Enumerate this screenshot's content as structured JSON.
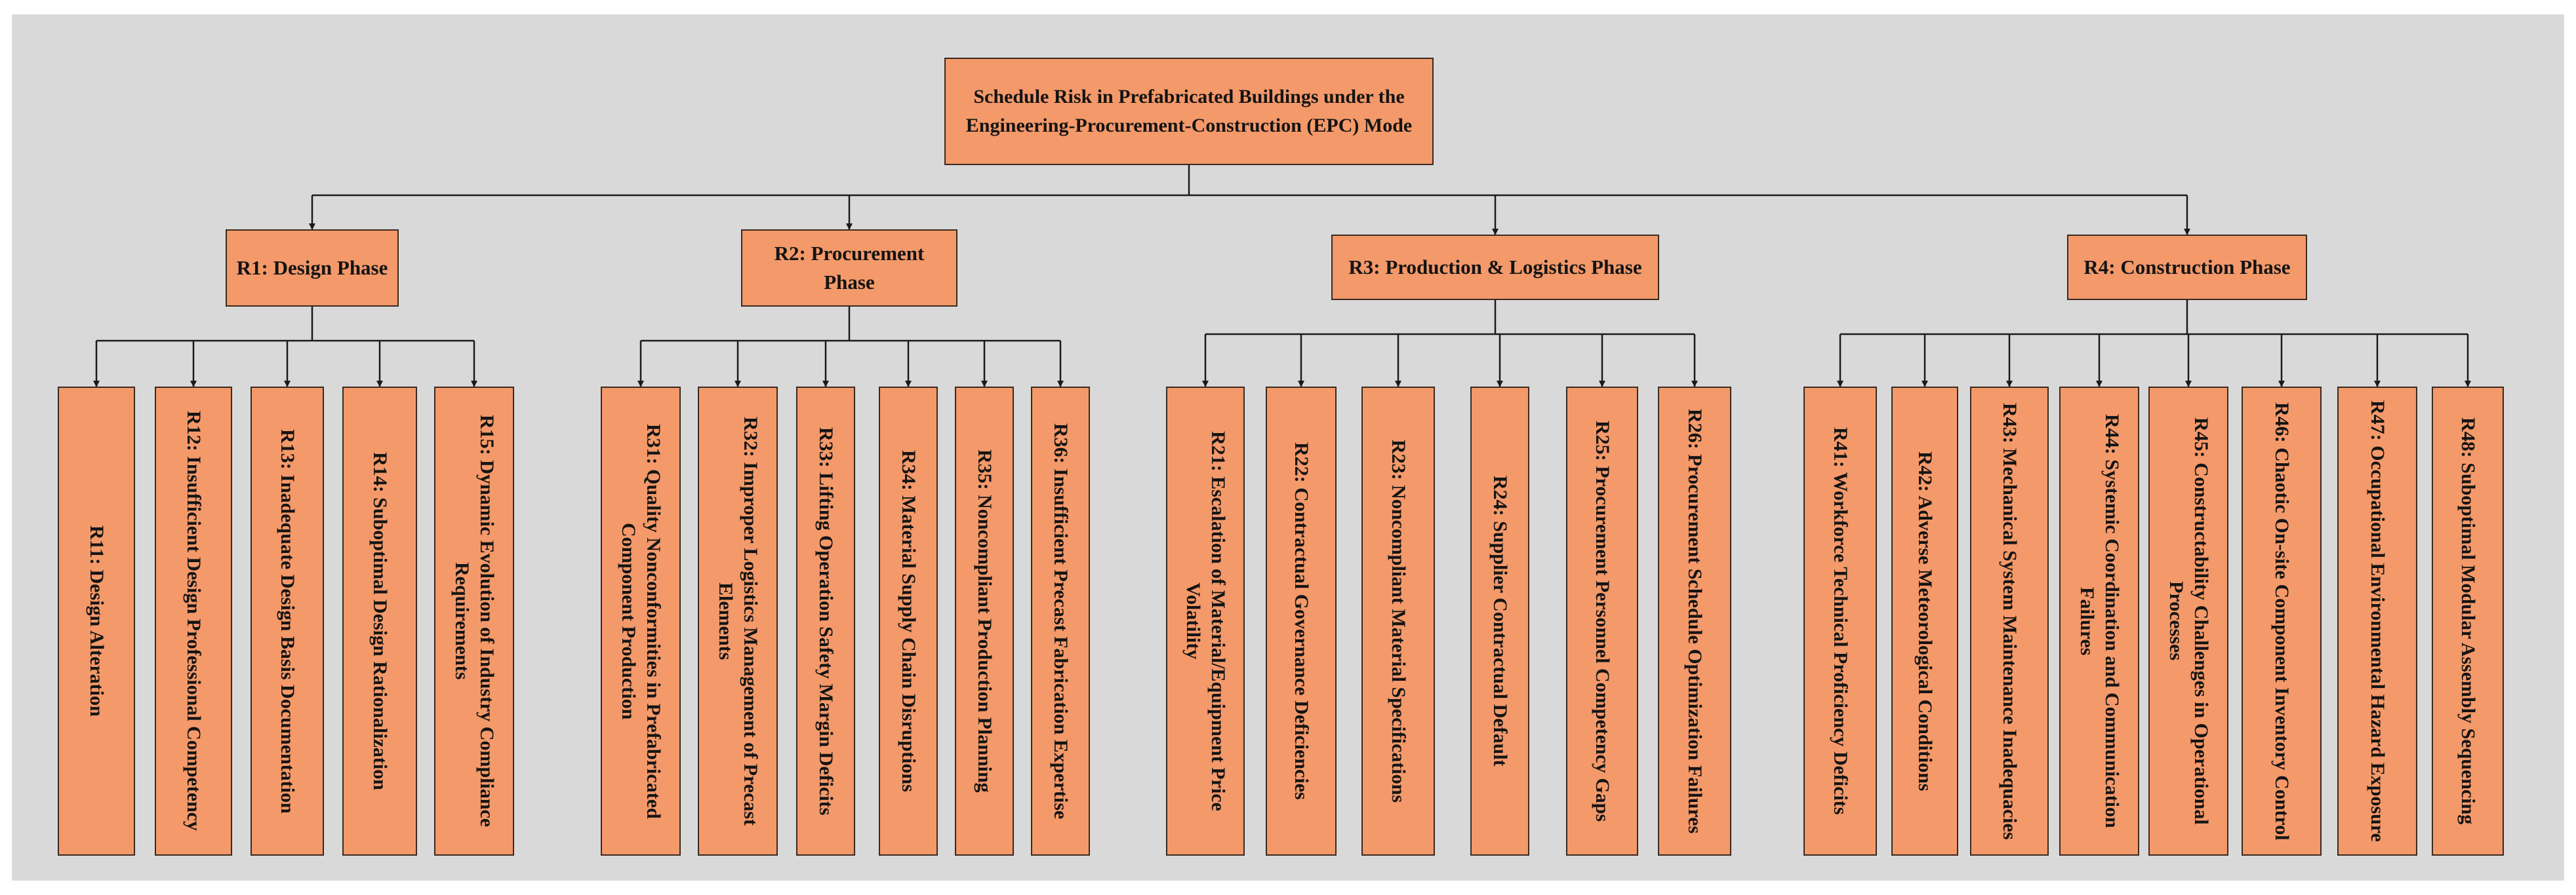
{
  "root": {
    "label": "Schedule Risk in Prefabricated Buildings under the Engineering-Procurement-Construction (EPC) Mode"
  },
  "phases": [
    {
      "id": "R1",
      "label": "R1: Design Phase",
      "children": [
        "R11: Design Alteration",
        "R12: Insufficient Design Professional Competency",
        "R13: Inadequate Design Basis Documentation",
        "R14: Suboptimal Design Rationalization",
        "R15: Dynamic Evolution of Industry Compliance Requirements"
      ]
    },
    {
      "id": "R2",
      "label": "R2: Procurement Phase",
      "children": [
        "R31: Quality Nonconformities in Prefabricated Component Production",
        "R32: Improper Logistics Management of Precast Elements",
        "R33: Lifting Operation Safety Margin Deficits",
        "R34: Material Supply Chain Disruptions",
        "R35: Noncompliant Production Planning",
        "R36: Insufficient Precast Fabrication Expertise"
      ]
    },
    {
      "id": "R3",
      "label": "R3: Production & Logistics Phase",
      "children": [
        "R21: Escalation of Material/Equipment Price Volatility",
        "R22: Contractual Governance Deficiencies",
        "R23: Noncompliant Material Specifications",
        "R24: Supplier Contractual Default",
        "R25: Procurement Personnel Competency Gaps",
        "R26: Procurement Schedule Optimization Failures"
      ]
    },
    {
      "id": "R4",
      "label": "R4: Construction Phase",
      "children": [
        "R41: Workforce Technical Proficiency Deficits",
        "R42: Adverse Meteorological Conditions",
        "R43: Mechanical System Maintenance Inadequacies",
        "R44: Systemic Coordination and Communication Failures",
        "R45: Constructability Challenges in Operational Processes",
        "R46: Chaotic On-site Component Inventory Control",
        "R47: Occupational Environmental Hazard Exposure",
        "R48: Suboptimal Modular Assembly Sequencing"
      ]
    }
  ],
  "colors": {
    "background": "#d9d9d9",
    "node_fill": "#f4996a",
    "node_border": "#3a2a20",
    "connector": "#1a1a1a"
  }
}
